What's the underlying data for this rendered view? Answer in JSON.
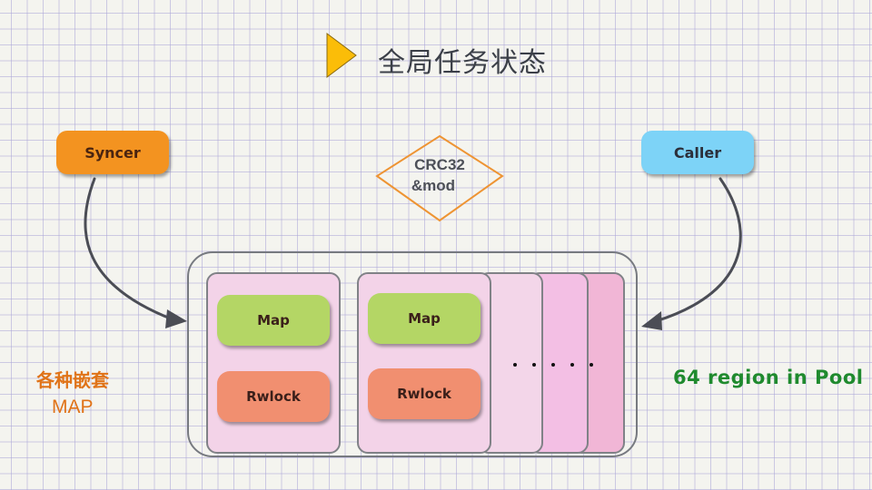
{
  "title": {
    "text": "全局任务状态",
    "bullet_icon": "play-triangle",
    "bullet_color": "#fbbd08"
  },
  "nodes": {
    "syncer": {
      "label": "Syncer",
      "color": "#f39320"
    },
    "caller": {
      "label": "Caller",
      "color": "#7dd3f7"
    },
    "hash": {
      "line1": "CRC32",
      "line2": "&mod",
      "border_color": "#ee9433"
    }
  },
  "pool": {
    "regions": [
      {
        "map_label": "Map",
        "lock_label": "Rwlock"
      },
      {
        "map_label": "Map",
        "lock_label": "Rwlock"
      }
    ],
    "ellipsis": ". . . . .",
    "map_color": "#b4d665",
    "lock_color": "#f18f70",
    "region_color": "#f3d3e8"
  },
  "annotations": {
    "nested_map_line1": "各种嵌套",
    "nested_map_line2": "MAP",
    "pool_label": "64 region in Pool",
    "nested_color": "#e07318",
    "pool_label_color": "#1f8a2e"
  },
  "arrows": [
    {
      "from": "syncer",
      "to": "pool"
    },
    {
      "from": "caller",
      "to": "pool"
    }
  ]
}
